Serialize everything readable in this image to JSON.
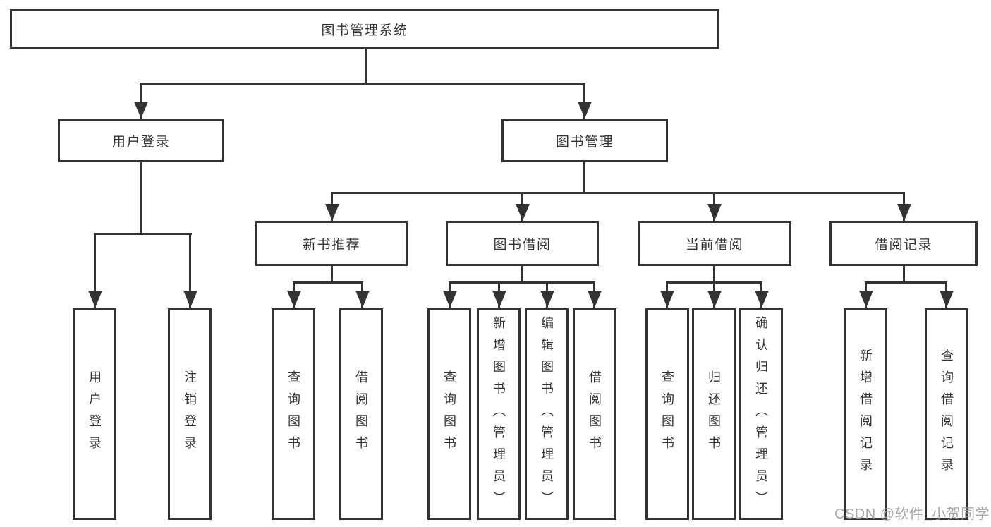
{
  "diagram": {
    "colors": {
      "line": "#333333",
      "box_border": "#333333",
      "box_background": "#ffffff",
      "text": "#333333",
      "watermark_text": "#9e9e9e"
    },
    "tree": {
      "label": "图书管理系统",
      "children": [
        {
          "label": "用户登录",
          "children": [
            {
              "label": "用户登录"
            },
            {
              "label": "注销登录"
            }
          ]
        },
        {
          "label": "图书管理",
          "children": [
            {
              "label": "新书推荐",
              "children": [
                {
                  "label": "查询图书"
                },
                {
                  "label": "借阅图书"
                }
              ]
            },
            {
              "label": "图书借阅",
              "children": [
                {
                  "label": "查询图书"
                },
                {
                  "label": "新增图书（管理员）"
                },
                {
                  "label": "编辑图书（管理员）"
                },
                {
                  "label": "借阅图书"
                }
              ]
            },
            {
              "label": "当前借阅",
              "children": [
                {
                  "label": "查询图书"
                },
                {
                  "label": "归还图书"
                },
                {
                  "label": "确认归还（管理员）"
                }
              ]
            },
            {
              "label": "借阅记录",
              "children": [
                {
                  "label": "新增借阅记录"
                },
                {
                  "label": "查询借阅记录"
                }
              ]
            }
          ]
        }
      ]
    },
    "watermark": {
      "text": "CSDN @软件_小贺同学"
    }
  }
}
